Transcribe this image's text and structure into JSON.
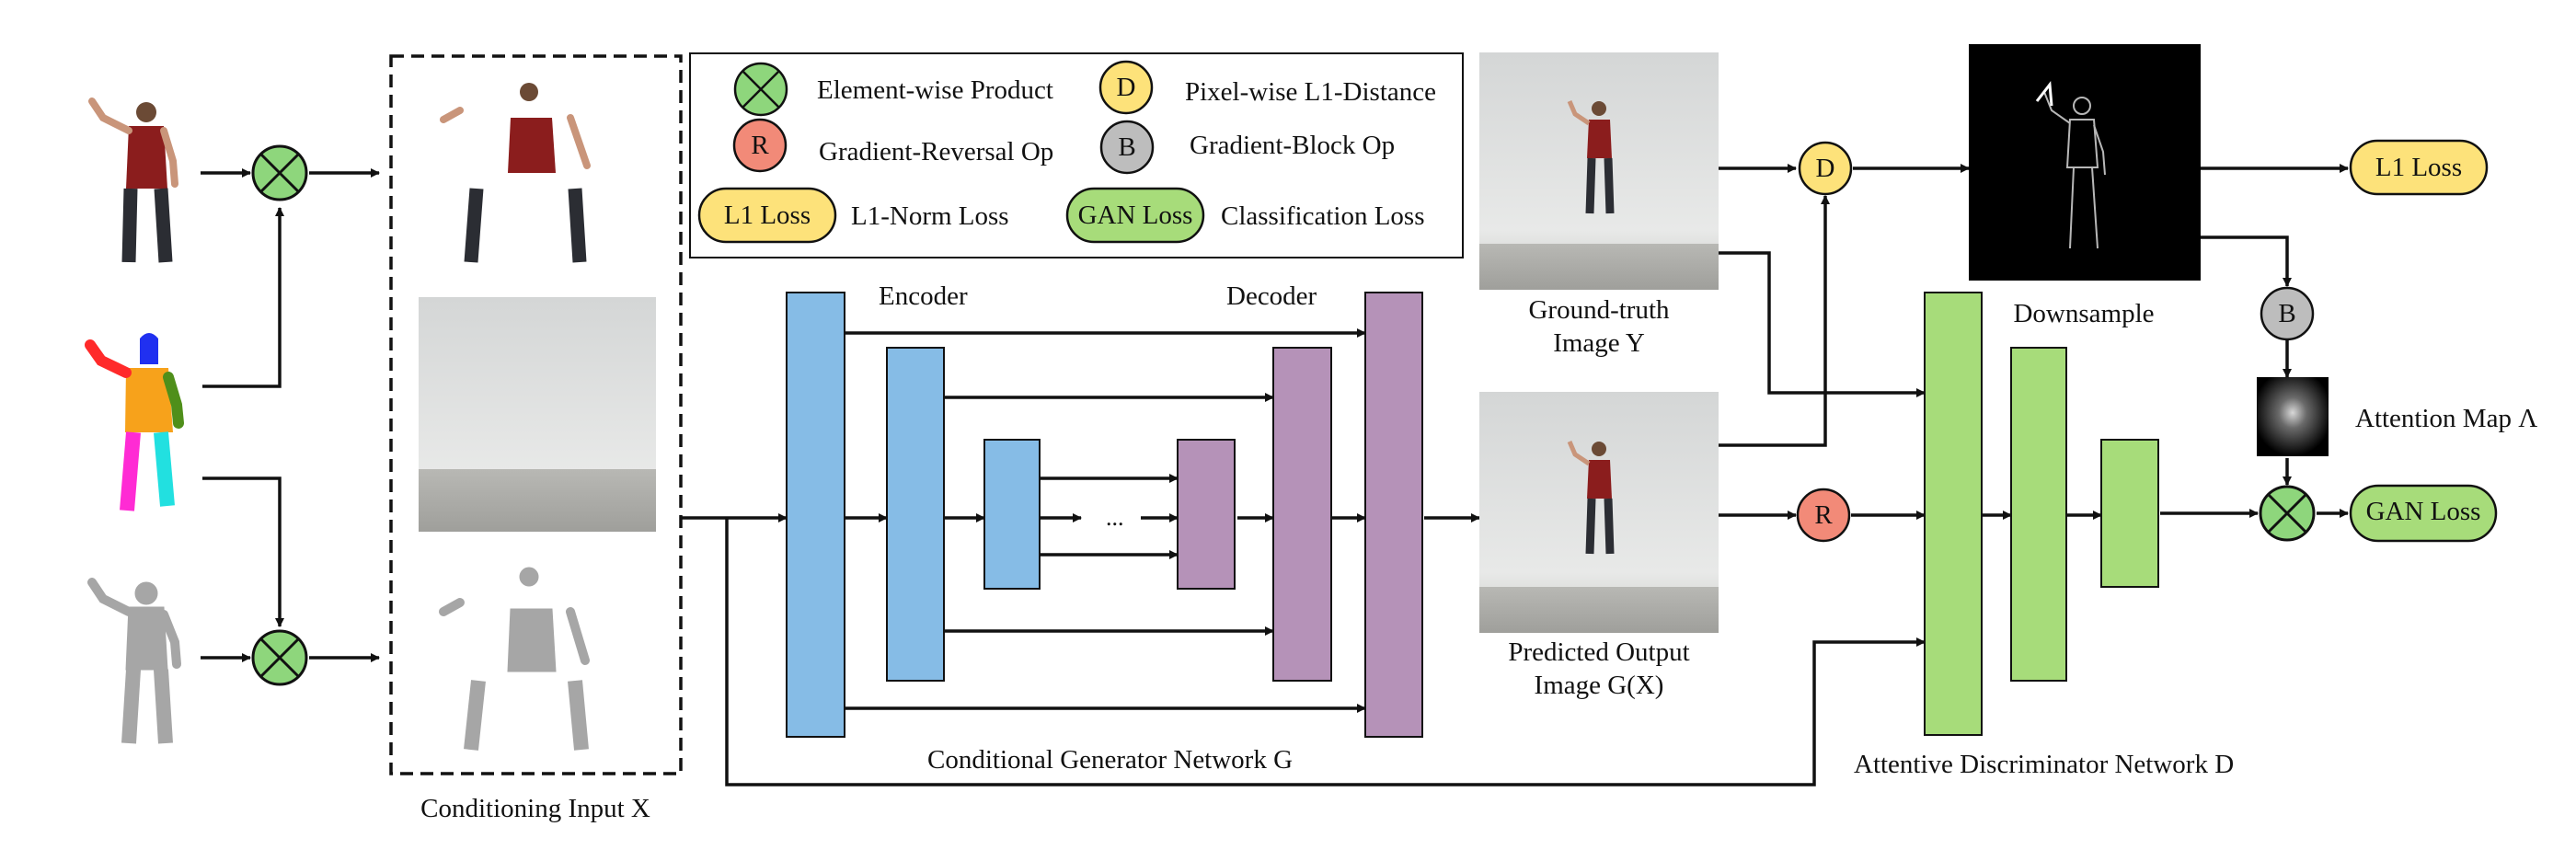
{
  "legend": {
    "element_wise_product": "Element-wise Product",
    "pixel_wise_l1_distance": "Pixel-wise L1-Distance",
    "gradient_reversal_op": "Gradient-Reversal Op",
    "gradient_block_op": "Gradient-Block Op",
    "l1_norm_loss": "L1-Norm Loss",
    "classification_loss": "Classification Loss",
    "l1_loss_badge": "L1 Loss",
    "gan_loss_badge": "GAN Loss"
  },
  "symbols": {
    "D": "D",
    "R": "R",
    "B": "B"
  },
  "labels": {
    "conditioning_input": "Conditioning Input X",
    "encoder": "Encoder",
    "decoder": "Decoder",
    "ellipsis": "...",
    "generator": "Conditional Generator Network G",
    "ground_truth_line1": "Ground-truth",
    "ground_truth_line2": "Image Y",
    "predicted_line1": "Predicted Output",
    "predicted_line2": "Image G(X)",
    "downsample": "Downsample",
    "attention_map": "Attention Map Λ",
    "discriminator": "Attentive Discriminator Network D",
    "l1_loss_output": "L1 Loss",
    "gan_loss_output": "GAN Loss"
  },
  "colors": {
    "product_node": "#8ed67c",
    "l1_node": "#fde27a",
    "reversal_node": "#f28a78",
    "block_node": "#bdbdbd",
    "encoder_block": "#86bce6",
    "decoder_block": "#b592b8",
    "discriminator_block": "#a7dc7a",
    "l1_badge": "#fde27a",
    "gan_badge": "#a7dc7a"
  }
}
